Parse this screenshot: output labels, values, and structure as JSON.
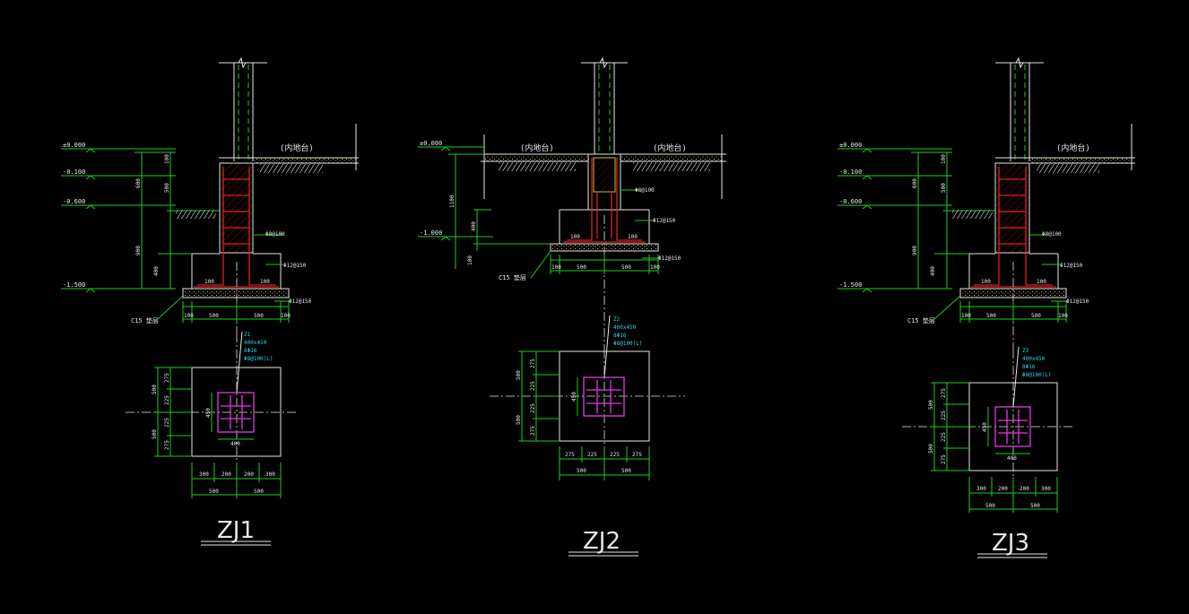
{
  "canvas": {
    "background": "#000000"
  },
  "colors": {
    "lines": "#e6e6e6",
    "dimension": "#19d119",
    "rebar": "#e02020",
    "column_plan": "#e03ce0",
    "notes": "#27d8e8",
    "fill": "#c8c23a"
  },
  "footings": [
    {
      "title": "ZJ1",
      "ground_label": "(内地台)",
      "elevations": [
        "±0.000",
        "-0.100",
        "-0.600",
        "-1.500"
      ],
      "section_dims": {
        "left": [
          "100",
          "500",
          "900",
          "400"
        ],
        "outer": [
          "600",
          "900"
        ]
      },
      "bottom_dims": [
        "100",
        "500",
        "500",
        "100"
      ],
      "rebar_notes": [
        "Φ8@100",
        "Φ12@150",
        "Φ12@150"
      ],
      "cushion_label": "C15 垫层",
      "steel_marks": [
        "100",
        "100"
      ],
      "column_note": [
        "Z1",
        "400x450",
        "8Φ16",
        "Φ8@100(L)"
      ],
      "plan_left_dims": [
        "275",
        "225",
        "225",
        "275"
      ],
      "plan_outer_dims": [
        "500",
        "500"
      ],
      "plan_col_w": "400",
      "plan_col_h": "450",
      "plan_bottom_dims_1": [
        "300",
        "200",
        "200",
        "300"
      ],
      "plan_bottom_dims_2": [
        "500",
        "500"
      ]
    },
    {
      "title": "ZJ2",
      "ground_label_l": "(内地台)",
      "ground_label_r": "(内地台)",
      "elevations": [
        "±0.000",
        "-1.000"
      ],
      "section_dims": [
        "1100",
        "400",
        "100"
      ],
      "bottom_dims": [
        "100",
        "500",
        "500",
        "100"
      ],
      "rebar_notes": [
        "Φ8@100",
        "Φ12@150",
        "Φ12@150"
      ],
      "cushion_label": "C15 垫层",
      "steel_marks": [
        "100",
        "100"
      ],
      "column_note": [
        "Z2",
        "400x450",
        "8Φ16",
        "Φ8@100(L)"
      ],
      "plan_left_dims": [
        "275",
        "225",
        "225",
        "275"
      ],
      "plan_outer_dims": [
        "500",
        "500"
      ],
      "plan_col_h": "450",
      "plan_bottom_dims_1": [
        "275",
        "225",
        "225",
        "275"
      ],
      "plan_bottom_dims_2": [
        "500",
        "500"
      ]
    },
    {
      "title": "ZJ3",
      "ground_label": "(内地台)",
      "elevations": [
        "±0.000",
        "-0.100",
        "-0.600",
        "-1.500"
      ],
      "section_dims": {
        "left": [
          "100",
          "500",
          "900",
          "400"
        ],
        "outer": [
          "600",
          "900"
        ]
      },
      "bottom_dims": [
        "100",
        "500",
        "500",
        "100"
      ],
      "rebar_notes": [
        "Φ8@100",
        "Φ12@150",
        "Φ12@150"
      ],
      "cushion_label": "C15 垫层",
      "steel_marks": [
        "100",
        "100"
      ],
      "column_note": [
        "Z3",
        "400x450",
        "8Φ16",
        "Φ8@100(L)"
      ],
      "plan_left_dims": [
        "275",
        "225",
        "225",
        "275"
      ],
      "plan_outer_dims": [
        "500",
        "500"
      ],
      "plan_col_w": "400",
      "plan_col_h": "450",
      "plan_bottom_dims_1": [
        "300",
        "200",
        "200",
        "300"
      ],
      "plan_bottom_dims_2": [
        "500",
        "500"
      ]
    }
  ]
}
